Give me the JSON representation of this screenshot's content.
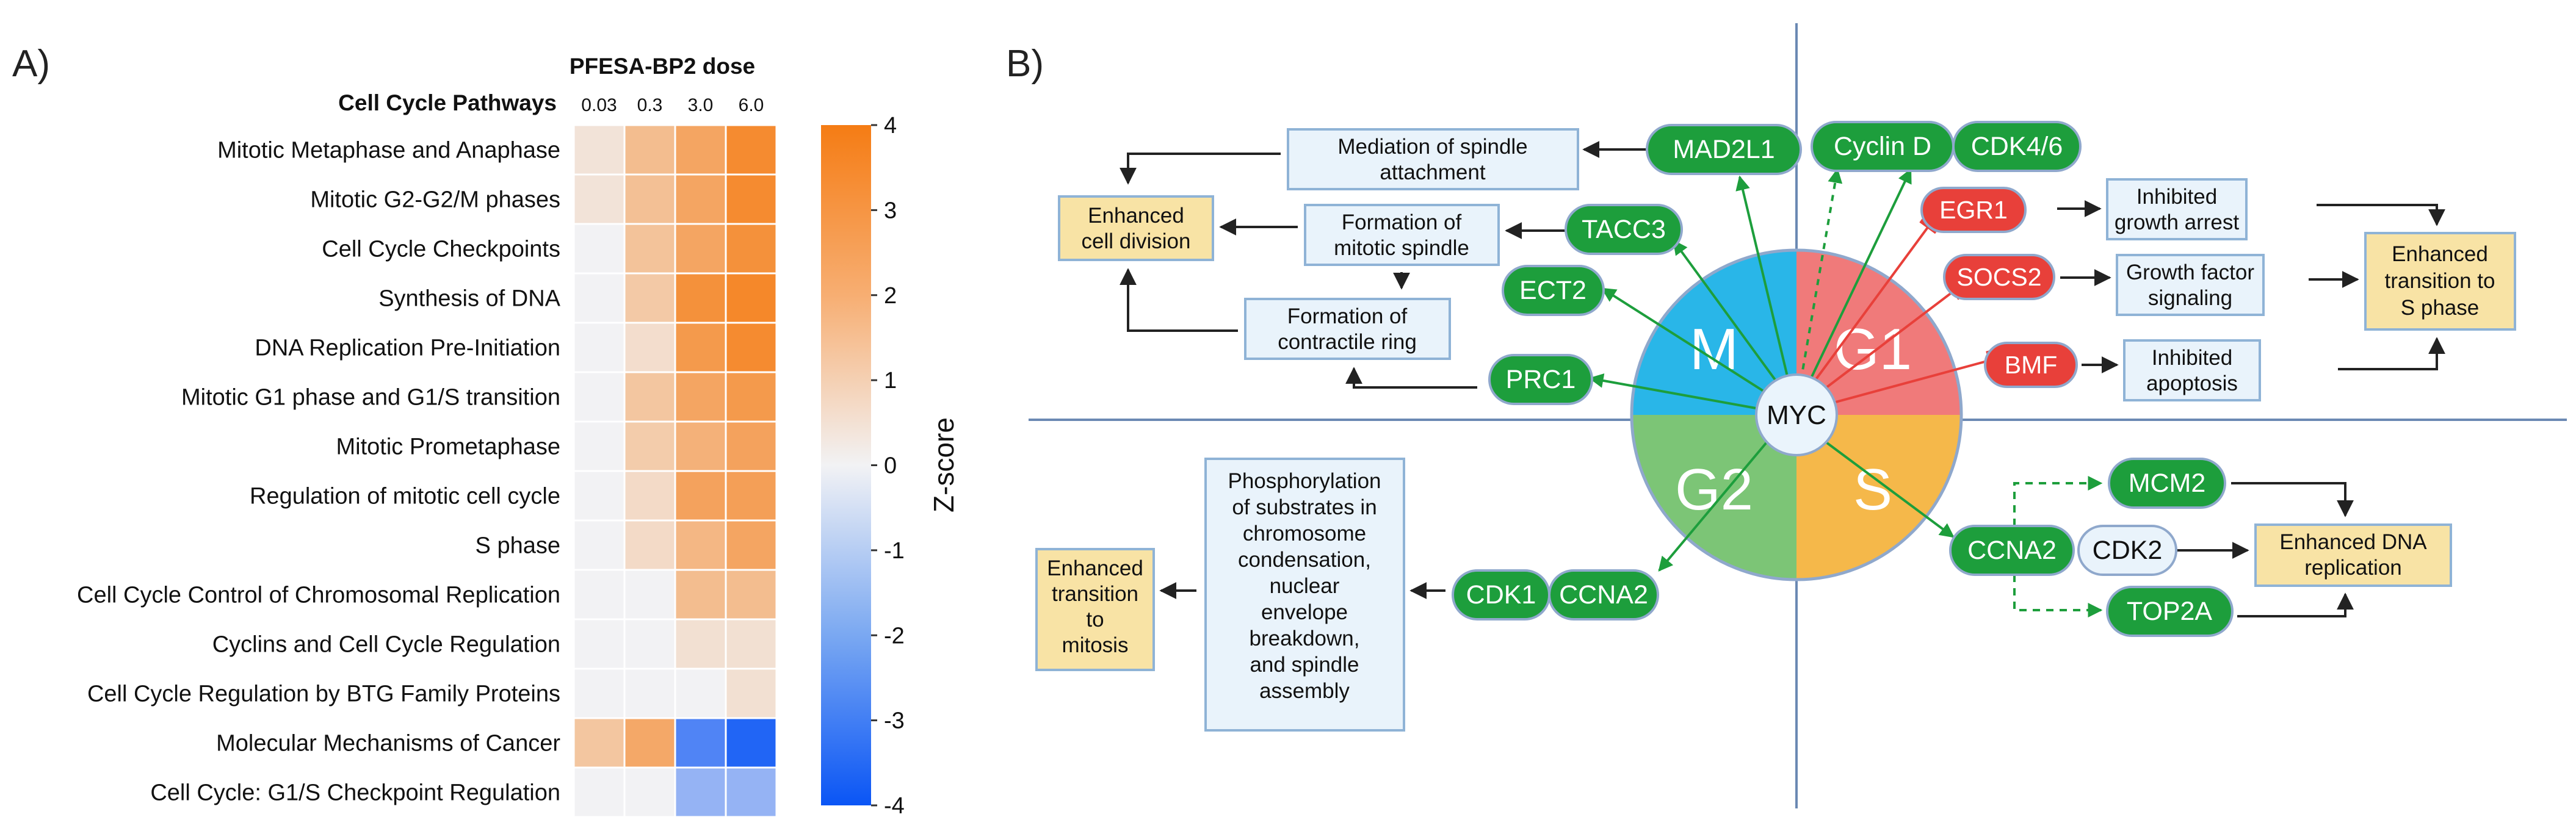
{
  "panel_a": {
    "label": "A)",
    "dose_header": "PFESA-BP2 dose",
    "pathway_header": "Cell Cycle Pathways",
    "colorbar_title": "Z-score",
    "colorbar_ticks": [
      "4",
      "3",
      "2",
      "1",
      "0",
      "-1",
      "-2",
      "-3",
      "-4"
    ]
  },
  "chart_data": {
    "type": "heatmap",
    "title": "PFESA-BP2 dose",
    "ylabel": "Cell Cycle Pathways",
    "colorbar_label": "Z-score",
    "zlim": [
      -4,
      4
    ],
    "x": [
      "0.03",
      "0.3",
      "3.0",
      "6.0"
    ],
    "y": [
      "Mitotic Metaphase and Anaphase",
      "Mitotic G2-G2/M phases",
      "Cell Cycle Checkpoints",
      "Synthesis of DNA",
      "DNA Replication Pre-Initiation",
      "Mitotic G1 phase and G1/S transition",
      "Mitotic Prometaphase",
      "Regulation of mitotic cell cycle",
      "S phase",
      "Cell Cycle Control of Chromosomal Replication",
      "Cyclins and Cell Cycle Regulation",
      "Cell Cycle Regulation by BTG Family Proteins",
      "Molecular Mechanisms of Cancer",
      "Cell Cycle: G1/S Checkpoint Regulation"
    ],
    "values": [
      [
        0.5,
        1.8,
        2.6,
        3.5
      ],
      [
        0.5,
        1.7,
        2.6,
        3.5
      ],
      [
        0.0,
        1.6,
        2.6,
        3.3
      ],
      [
        0.0,
        1.4,
        3.3,
        3.6
      ],
      [
        0.0,
        0.7,
        3.0,
        3.5
      ],
      [
        0.0,
        1.5,
        2.6,
        3.0
      ],
      [
        0.0,
        1.3,
        2.2,
        2.7
      ],
      [
        0.0,
        0.8,
        2.7,
        2.8
      ],
      [
        0.0,
        0.8,
        2.0,
        2.6
      ],
      [
        0.0,
        0.0,
        1.8,
        1.8
      ],
      [
        0.0,
        0.0,
        0.6,
        0.6
      ],
      [
        0.0,
        0.0,
        0.0,
        0.6
      ],
      [
        1.5,
        2.5,
        -2.8,
        -3.6
      ],
      [
        0.0,
        0.0,
        -1.6,
        -1.6
      ]
    ]
  },
  "panel_b": {
    "label": "B)",
    "colors": {
      "M": "#29b6e8",
      "G1": "#f07a7a",
      "G2": "#7cc576",
      "S": "#f5b84a",
      "green_pill": "#1d9e3c",
      "red_pill": "#e8403a",
      "box_fill": "#e9f3fb",
      "box_border": "#8fb3d6",
      "outcome_fill": "#f8e3a5",
      "axis": "#6b89b3"
    },
    "center": "MYC",
    "phases": {
      "M": "M",
      "G1": "G1",
      "G2": "G2",
      "S": "S"
    },
    "genes": {
      "mad2l1": "MAD2L1",
      "tacc3": "TACC3",
      "ect2": "ECT2",
      "prc1": "PRC1",
      "cyclind": "Cyclin D",
      "cdk46": "CDK4/6",
      "egr1": "EGR1",
      "socs2": "SOCS2",
      "bmf": "BMF",
      "mcm2": "MCM2",
      "ccna2_s": "CCNA2",
      "cdk2": "CDK2",
      "top2a": "TOP2A",
      "cdk1": "CDK1",
      "ccna2_g2": "CCNA2"
    },
    "process_boxes": {
      "spindle_attach": [
        "Mediation of spindle",
        "attachment"
      ],
      "mitotic_spindle": [
        "Formation of",
        "mitotic spindle"
      ],
      "contractile_ring": [
        "Formation of",
        "contractile ring"
      ],
      "growth_arrest": [
        "Inhibited",
        "growth arrest"
      ],
      "growth_factor": [
        "Growth factor",
        "signaling"
      ],
      "apoptosis": [
        "Inhibited",
        "apoptosis"
      ],
      "phosphorylation": [
        "Phosphorylation",
        "of substrates in",
        "chromosome",
        "condensation,",
        "nuclear",
        "envelope",
        "breakdown,",
        "and spindle",
        "assembly"
      ]
    },
    "outcome_boxes": {
      "cell_division": [
        "Enhanced",
        "cell division"
      ],
      "s_phase": [
        "Enhanced",
        "transition to",
        "S phase"
      ],
      "dna_replication": [
        "Enhanced DNA",
        "replication"
      ],
      "mitosis": [
        "Enhanced",
        "transition",
        "to",
        "mitosis"
      ]
    }
  }
}
